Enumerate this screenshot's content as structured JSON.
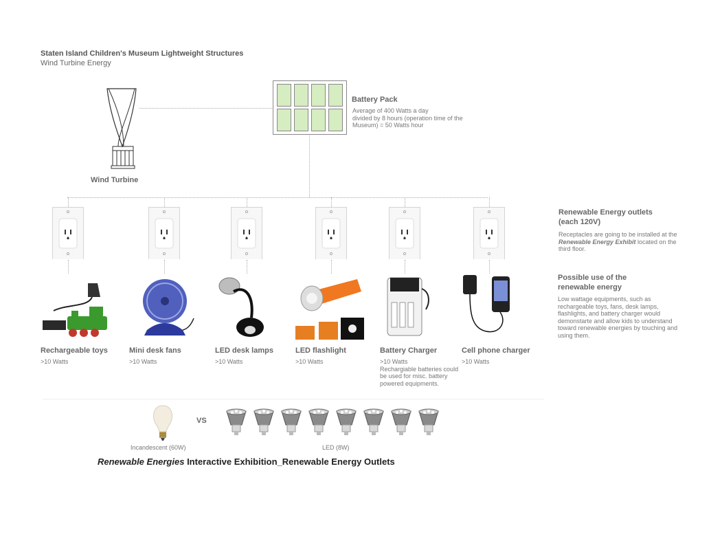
{
  "header": {
    "title": "Staten Island Children's Museum Lightweight Structures",
    "subtitle": "Wind Turbine Energy"
  },
  "turbine": {
    "label": "Wind Turbine"
  },
  "battery": {
    "title": "Battery Pack",
    "desc_line1": "Average of 400 Watts a day",
    "desc_line2": "divided by 8 hours (operation time of the",
    "desc_line3": "Museum) = 50 Watts hour",
    "cell_color": "#d6ecc1"
  },
  "devices": [
    {
      "name": "Rechargeable toys",
      "watts": ">10 Watts",
      "icon": "toy-train-icon"
    },
    {
      "name": "Mini desk fans",
      "watts": ">10 Watts",
      "icon": "desk-fan-icon"
    },
    {
      "name": "LED desk lamps",
      "watts": ">10 Watts",
      "icon": "desk-lamp-icon"
    },
    {
      "name": "LED flashlight",
      "watts": ">10 Watts",
      "icon": "flashlight-icon"
    },
    {
      "name": "Battery Charger",
      "watts": ">10 Watts",
      "note1": "Rechargiable batteries could",
      "note2": "be used for misc. battery",
      "note3": "powered equipments.",
      "icon": "battery-charger-icon"
    },
    {
      "name": "Cell phone charger",
      "watts": ">10 Watts",
      "icon": "phone-charger-icon"
    }
  ],
  "outlets_info": {
    "heading1": "Renewable Energy outlets",
    "heading2": "(each 120V)",
    "body1": "Receptacles are going to be installed at the",
    "body_em": "Renewable Energy Exhibit",
    "body2": " located on the",
    "body3": "third floor."
  },
  "use_info": {
    "heading1": "Possible use of the",
    "heading2": "renewable energy",
    "lines": [
      "Low wattage equipments, such as",
      "rechargeable toys, fans, desk lamps,",
      "flashlights, and battery charger would",
      "demonstarte and allow kids to understand",
      "toward renewable energies by touching and",
      "using them."
    ]
  },
  "comparison": {
    "incandescent_label": "Incandescent (60W)",
    "vs": "VS",
    "led_label": "LED (8W)",
    "led_count": 8
  },
  "footer": {
    "title_em": "Renewable Energies",
    "title_rest": " Interactive Exhibition_Renewable Energy Outlets"
  }
}
